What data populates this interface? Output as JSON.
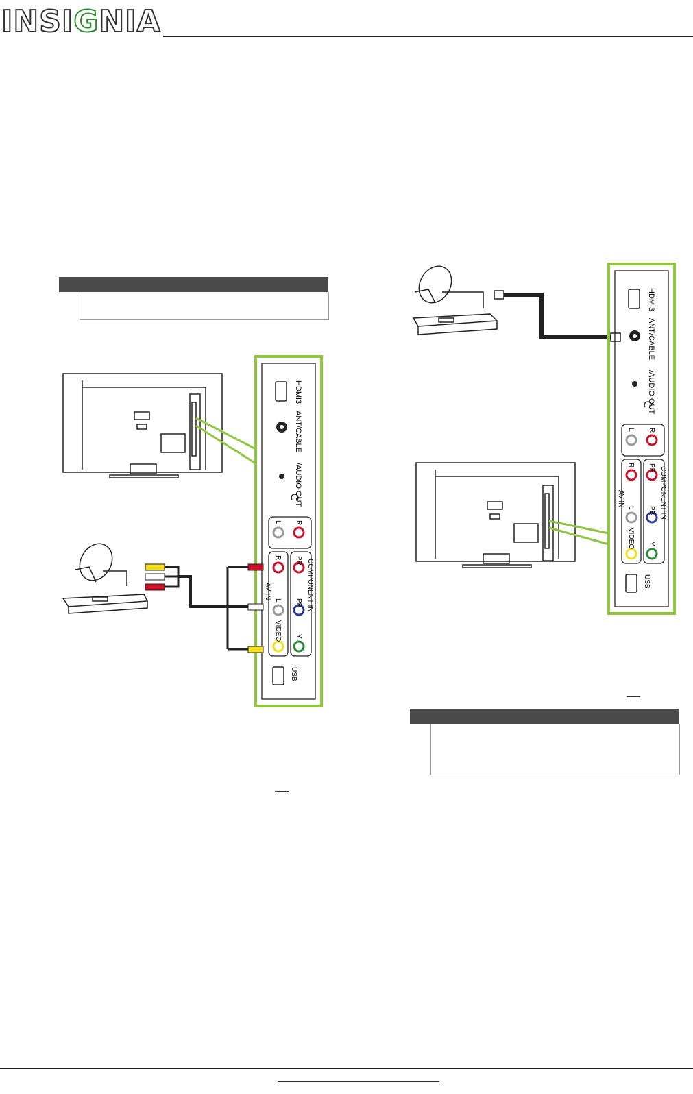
{
  "header": {
    "logo_text_left": "INSI",
    "logo_text_g": "G",
    "logo_text_right": "NIA"
  },
  "colors": {
    "panel_border": "#8ec63f",
    "note_bar": "#4a4a4a",
    "red_plug": "#d0102a",
    "yellow_plug": "#f2e01a",
    "blue_jack": "#2a3a9a",
    "green_jack": "#2a8a3a"
  },
  "panel": {
    "hdmi": "HDMI3",
    "ant": "ANT/CABLE",
    "audio_out": "/AUDIO OUT",
    "l": "L",
    "r": "R",
    "pr": "PR",
    "pb": "PB",
    "y": "Y",
    "video": "VIDEO",
    "av_in": "AV IN",
    "component_in": "COMPONENT IN",
    "usb": "USB"
  },
  "icons": [
    "headphone-icon",
    "satellite-dish-icon",
    "set-top-box-icon",
    "tv-back-icon"
  ]
}
